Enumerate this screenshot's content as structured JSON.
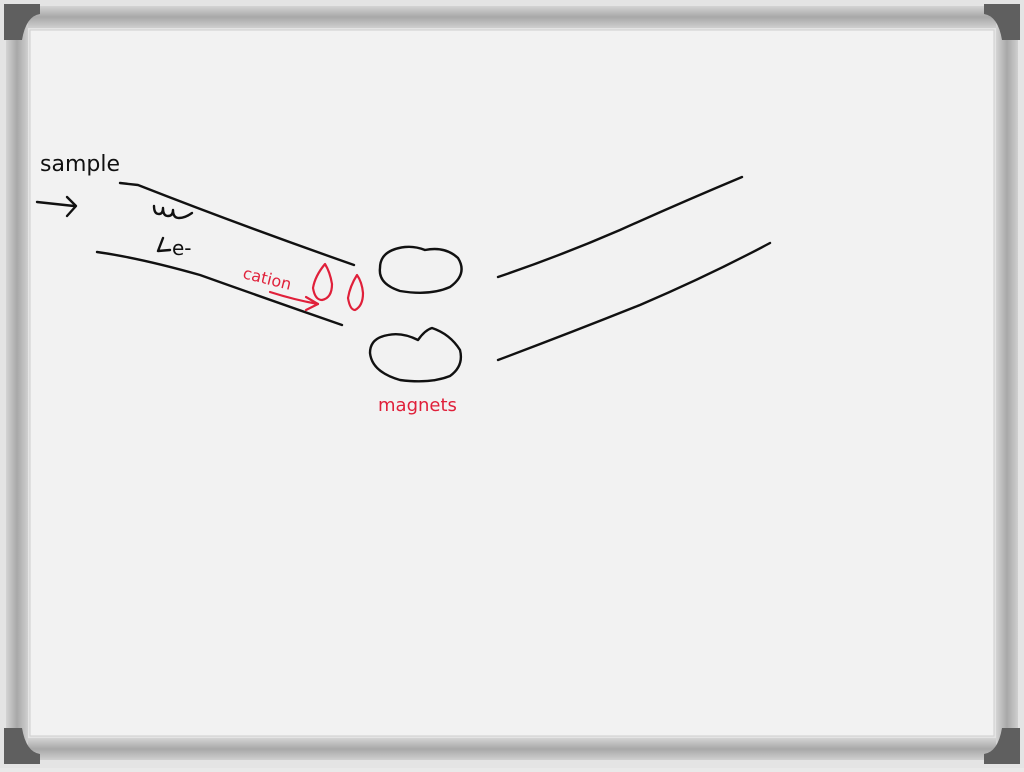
{
  "labels": {
    "sample": "sample",
    "electron": "e-",
    "cation": "cation",
    "magnets": "magnets"
  },
  "colors": {
    "frame": "#b9b9b9",
    "frame_shadow": "#8f8f8f",
    "board": "#f2f2f2",
    "ink": "#111111",
    "accent": "#e0203a"
  }
}
